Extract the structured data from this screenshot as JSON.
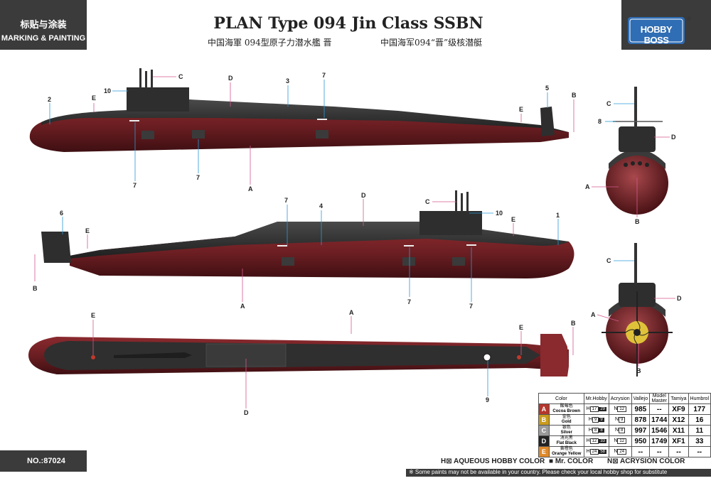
{
  "header": {
    "section_cn": "标贴与涂装",
    "section_en": "MARKING & PAINTING",
    "title": "PLAN Type 094 Jin Class SSBN",
    "subtitle_cn_1": "中国海軍 094型原子力潜水艦 晋",
    "subtitle_cn_2": "中国海军094“晋”级核潜艇",
    "brand": "HOBBY BOSS",
    "reg": "®"
  },
  "labels": {
    "A": "A",
    "B": "B",
    "C": "C",
    "D": "D",
    "E": "E",
    "n1": "1",
    "n2": "2",
    "n3": "3",
    "n4": "4",
    "n5": "5",
    "n6": "6",
    "n7": "7",
    "n8": "8",
    "n9": "9",
    "n10": "10"
  },
  "table": {
    "headers": [
      "Color",
      "Mr.Hobby",
      "Acrysion",
      "Vallejo",
      "Model Master",
      "Tamiya",
      "Humbrol"
    ],
    "rows": [
      {
        "letter": "A",
        "bg": "#b5362c",
        "cn": "酸莓色",
        "en": "Cocoa Brown",
        "h": "17",
        "h2": "29",
        "n": "12",
        "vallejo": "985",
        "mm": "--",
        "tamiya": "XF9",
        "humbrol": "177"
      },
      {
        "letter": "B",
        "bg": "#c99a1c",
        "cn": "金色",
        "en": "Gold",
        "h": "9",
        "h2": "9",
        "n": "9",
        "vallejo": "878",
        "mm": "1744",
        "tamiya": "X12",
        "humbrol": "16"
      },
      {
        "letter": "C",
        "bg": "#9a9a9a",
        "cn": "银色",
        "en": "Silver",
        "h": "8",
        "h2": "8",
        "n": "8",
        "vallejo": "997",
        "mm": "1546",
        "tamiya": "X11",
        "humbrol": "11"
      },
      {
        "letter": "D",
        "bg": "#222222",
        "cn": "消光黑",
        "en": "Flat Black",
        "h": "12",
        "h2": "33",
        "n": "12",
        "vallejo": "950",
        "mm": "1749",
        "tamiya": "XF1",
        "humbrol": "33"
      },
      {
        "letter": "E",
        "bg": "#e0892a",
        "cn": "黄橙色",
        "en": "Orange Yellow",
        "h": "24",
        "h2": "58",
        "n": "24",
        "vallejo": "--",
        "mm": "--",
        "tamiya": "--",
        "humbrol": "--"
      }
    ]
  },
  "legend": {
    "aqueous": "AQUEOUS HOBBY COLOR",
    "mr": "Mr. COLOR",
    "acrysion": "ACRYSION COLOR",
    "h": "H",
    "n": "N"
  },
  "footer": {
    "number": "NO.:87024",
    "note": "※ Some paints may not be available in your country. Please check your local hobby shop for substitute"
  },
  "colors": {
    "hull_red": "#6b1e22",
    "hull_black": "#2a2a2a",
    "header_dark": "#3b3b3b",
    "brand_blue": "#2f6db4",
    "leader_blue": "#2a9ad6",
    "leader_pink": "#d4578e"
  }
}
